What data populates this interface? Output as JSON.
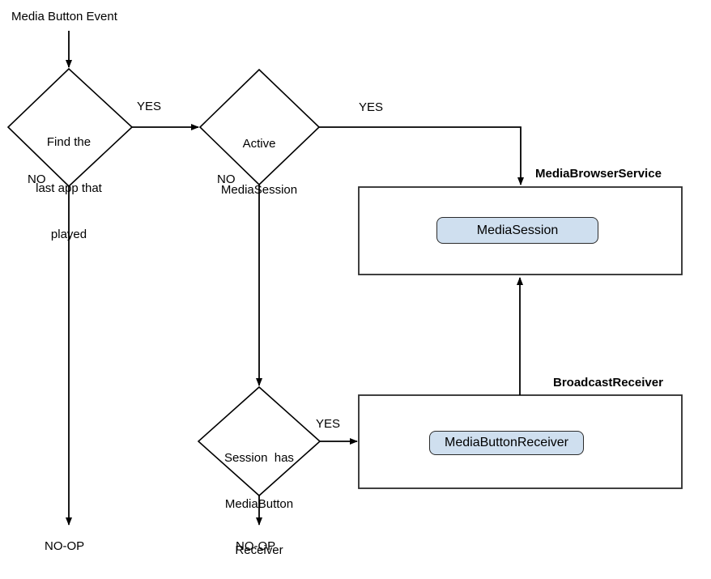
{
  "diagram": {
    "title_text": "Media Button Event",
    "background_color": "#ffffff",
    "line_color": "#000000",
    "node_fill_color": "#cfdfef",
    "node_border_color": "#2b2b2b",
    "decisions": [
      {
        "id": "find-last-app",
        "lines": [
          "Find the",
          "last app that",
          "played"
        ],
        "yes_label": "YES",
        "no_label": "NO"
      },
      {
        "id": "active-mediasession",
        "lines": [
          "Active",
          "MediaSession"
        ],
        "yes_label": "YES",
        "no_label": "NO"
      },
      {
        "id": "session-has-mediabutton-receiver",
        "lines": [
          "Session  has",
          "MediaButton",
          "Receiver"
        ],
        "yes_label": "YES"
      }
    ],
    "containers": [
      {
        "id": "mediabrowserservice",
        "label": "MediaBrowserService",
        "child_label": "MediaSession"
      },
      {
        "id": "broadcastreceiver",
        "label": "BroadcastReceiver",
        "child_label": "MediaButtonReceiver"
      }
    ],
    "terminals": [
      {
        "id": "no-op-left",
        "label": "NO-OP"
      },
      {
        "id": "no-op-middle",
        "label": "NO-OP"
      }
    ],
    "edge_labels": {
      "d1_yes": "YES",
      "d1_no": "NO",
      "d2_yes": "YES",
      "d2_no": "NO",
      "d3_yes": "YES"
    }
  }
}
